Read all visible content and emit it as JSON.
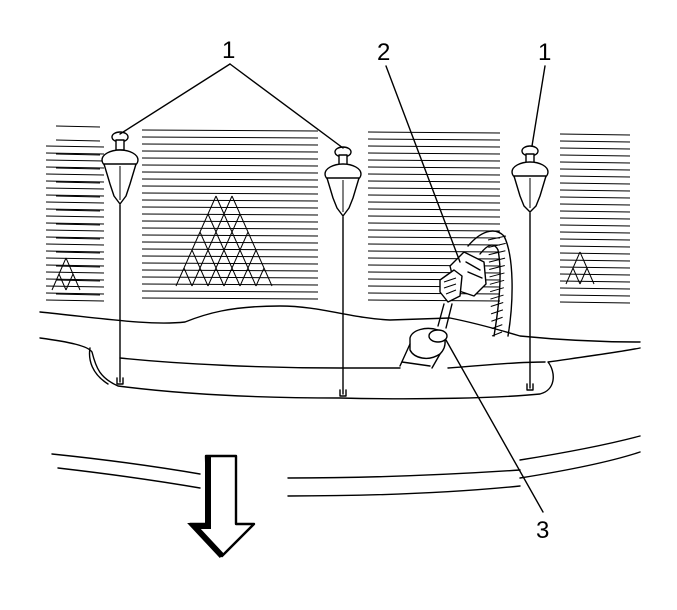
{
  "callouts": [
    {
      "id": "callout-1a",
      "number": "1"
    },
    {
      "id": "callout-1b",
      "number": "1"
    },
    {
      "id": "callout-2",
      "number": "2"
    },
    {
      "id": "callout-3",
      "number": "3"
    }
  ],
  "colors": {
    "ink": "#000000",
    "background": "#ffffff"
  }
}
